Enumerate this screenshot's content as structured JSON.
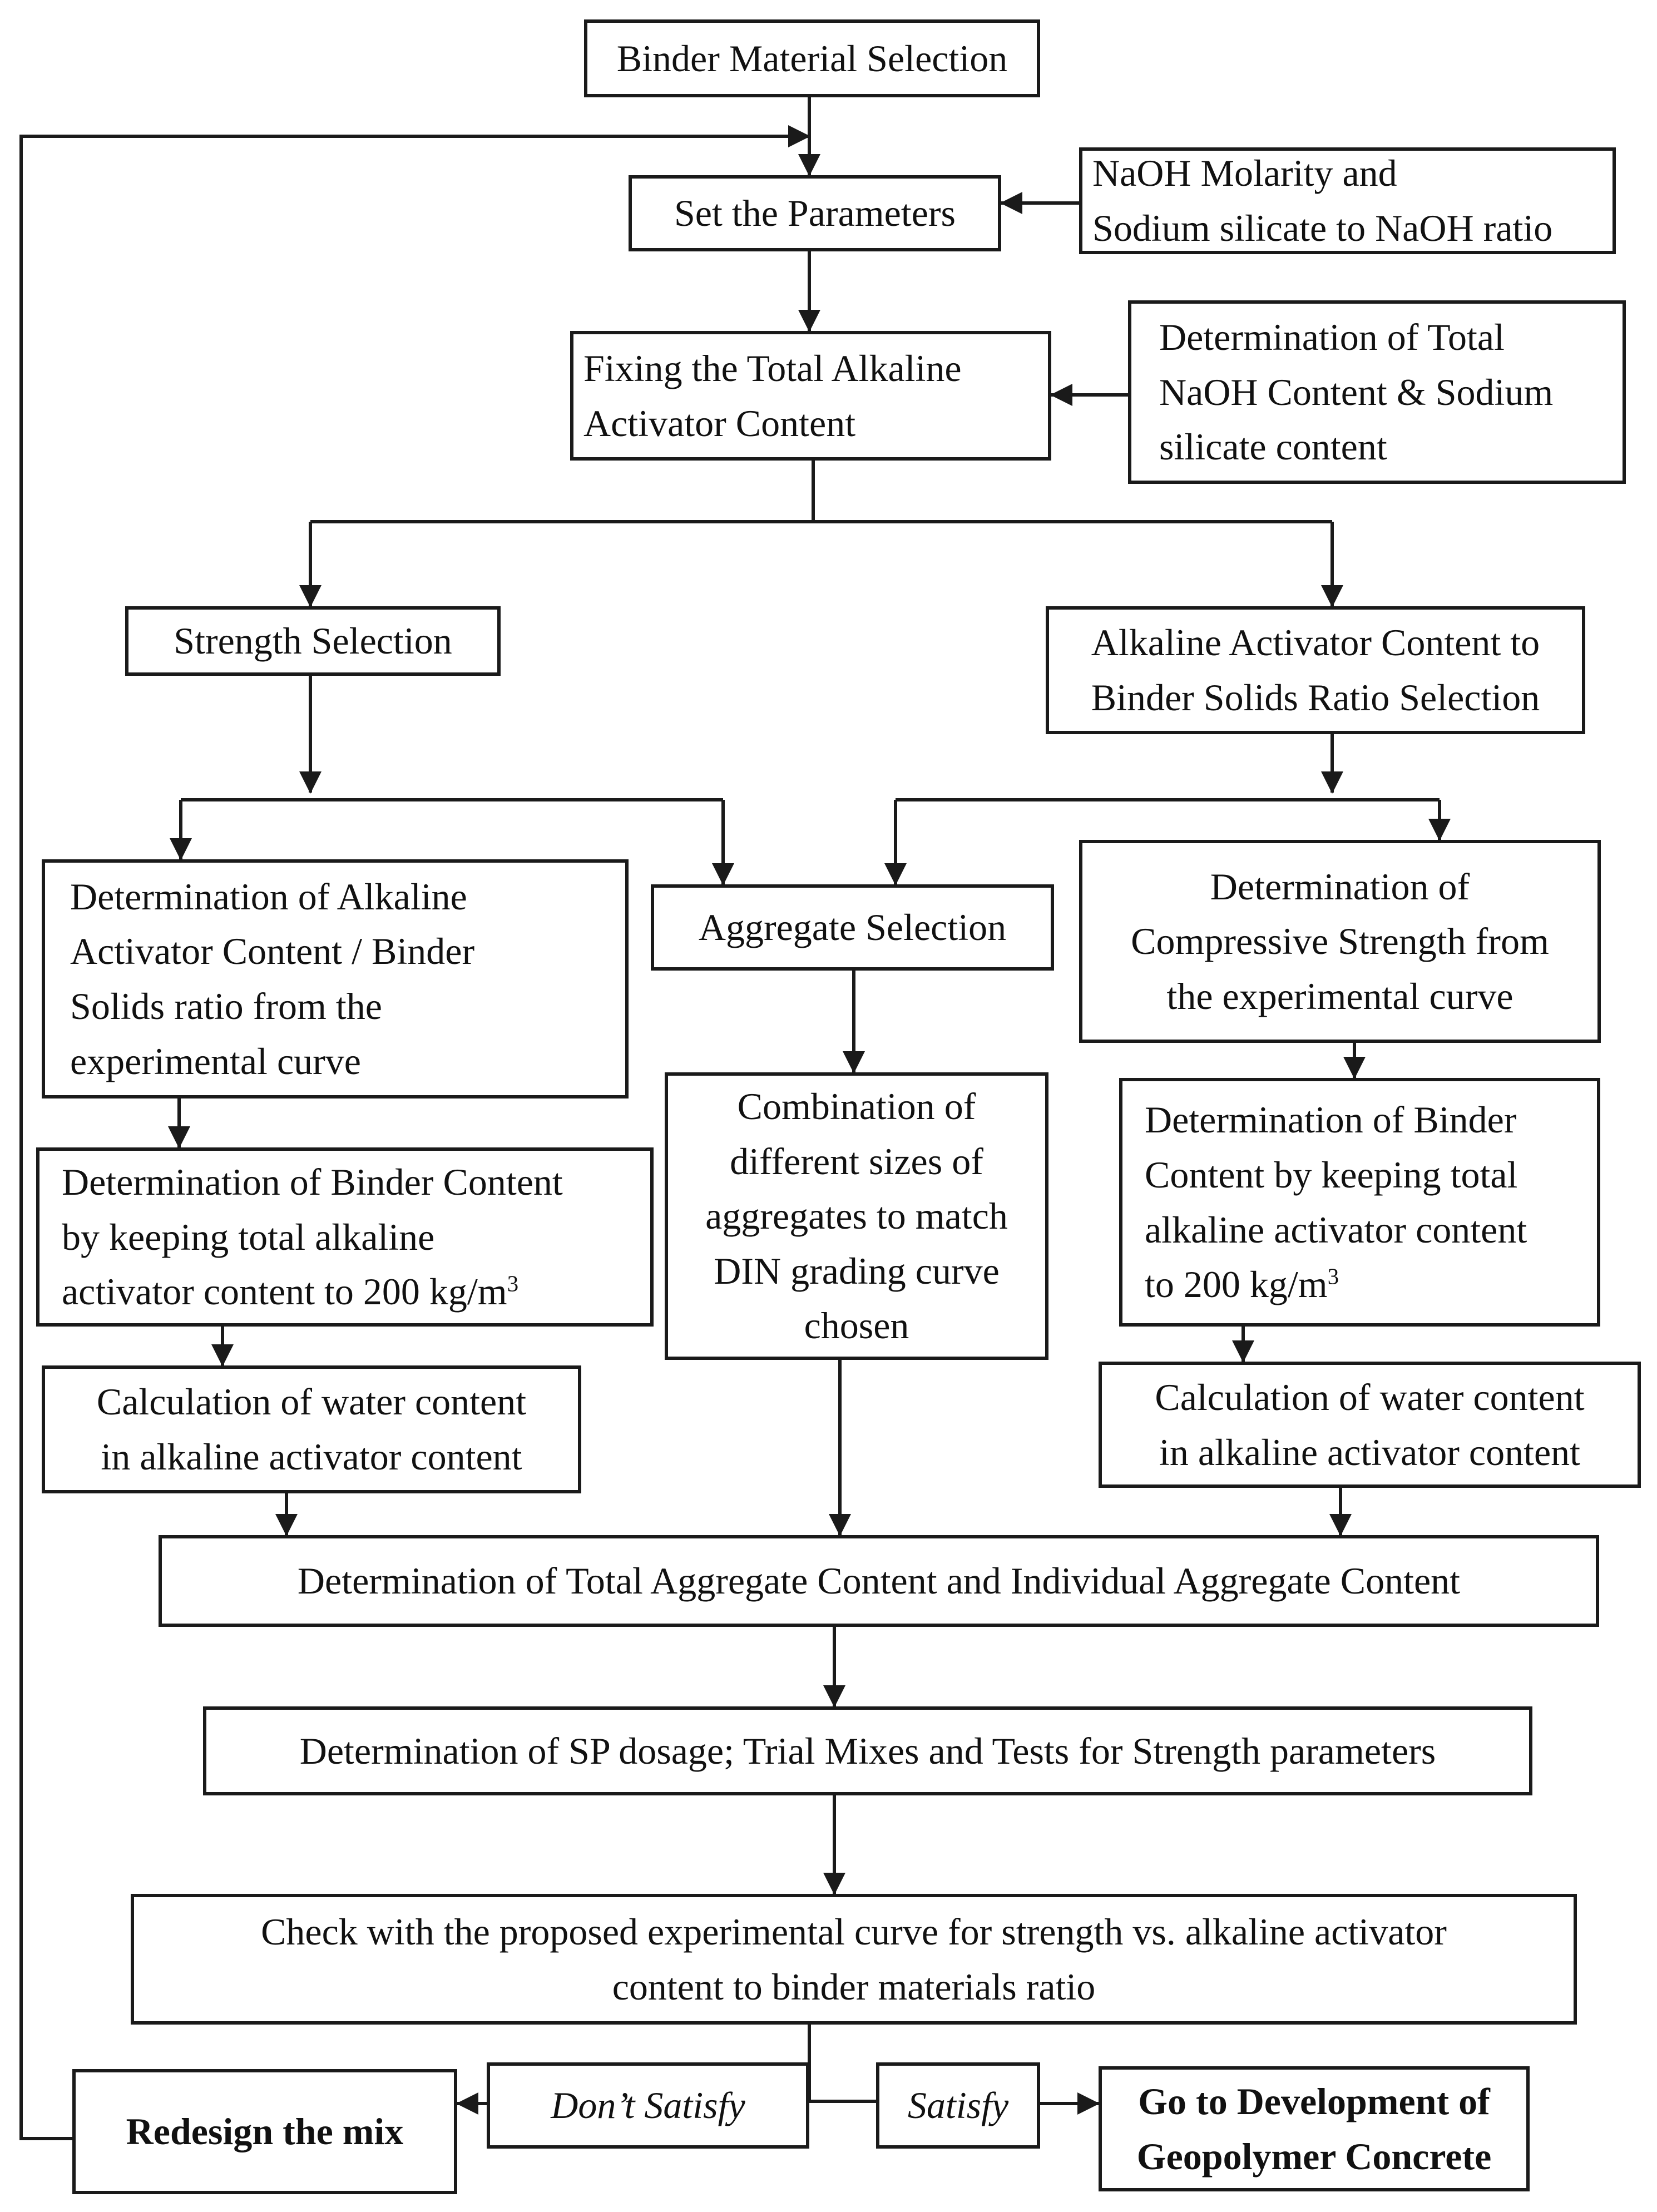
{
  "flowchart": {
    "binder_material_selection": "Binder Material Selection",
    "set_parameters": "Set the Parameters",
    "naoh_molarity_line1": "NaOH Molarity and",
    "naoh_molarity_line2": "Sodium silicate to NaOH ratio",
    "fixing_activator_line1": "Fixing the Total Alkaline",
    "fixing_activator_line2": "Activator Content",
    "naoh_content_line1": "Determination of Total",
    "naoh_content_line2": "NaOH Content & Sodium",
    "naoh_content_line3": "silicate content",
    "strength_selection": "Strength Selection",
    "ratio_selection_line1": "Alkaline Activator Content to",
    "ratio_selection_line2": "Binder Solids Ratio Selection",
    "ratio_from_curve_line1": "Determination of Alkaline",
    "ratio_from_curve_line2": "Activator Content / Binder",
    "ratio_from_curve_line3": "Solids ratio from the",
    "ratio_from_curve_line4": "experimental curve",
    "aggregate_selection": "Aggregate Selection",
    "strength_from_curve_line1": "Determination of",
    "strength_from_curve_line2": "Compressive Strength from",
    "strength_from_curve_line3": "the experimental curve",
    "binder_left_line1": "Determination of Binder Content",
    "binder_left_line2": "by keeping total alkaline",
    "binder_left_line3": "activator content to 200 kg/m",
    "binder_left_sup": "3",
    "combination_line1": "Combination of",
    "combination_line2": "different sizes of",
    "combination_line3": "aggregates to match",
    "combination_line4": "DIN grading curve",
    "combination_line5": "chosen",
    "binder_right_line1": "Determination of Binder",
    "binder_right_line2": "Content by keeping total",
    "binder_right_line3": "alkaline activator content",
    "binder_right_line4": "to 200 kg/m",
    "binder_right_sup": "3",
    "water_left_line1": "Calculation of water content",
    "water_left_line2": "in alkaline activator content",
    "water_right_line1": "Calculation of water content",
    "water_right_line2": "in alkaline activator content",
    "total_aggregate": "Determination of Total Aggregate Content and Individual Aggregate Content",
    "sp_dosage": "Determination of SP dosage; Trial Mixes and Tests for Strength parameters",
    "check_line1": "Check with the proposed experimental curve for strength vs. alkaline activator",
    "check_line2": "content to binder materials ratio",
    "redesign": "Redesign the mix",
    "dont_satisfy": "Don’t Satisfy",
    "satisfy": "Satisfy",
    "go_to_line1": "Go to Development of",
    "go_to_line2": "Geopolymer Concrete"
  }
}
